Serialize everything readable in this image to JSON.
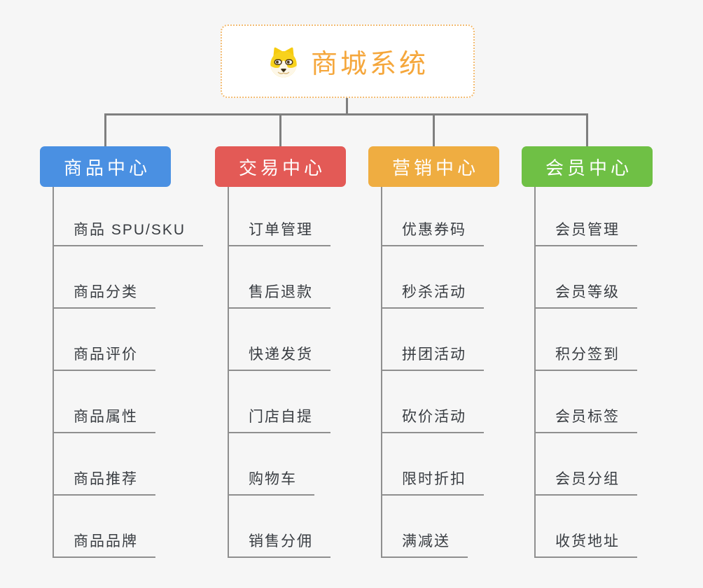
{
  "canvas": {
    "background": "#f6f6f6",
    "connector_color": "#7f7f7f",
    "sub_connector_color": "#8f8f8f"
  },
  "root": {
    "label": "商城系统",
    "icon": "shiba-dog-icon",
    "text_color": "#f5a73c",
    "border_color": "#f3bc72",
    "background": "#ffffff"
  },
  "branches": [
    {
      "label": "商品中心",
      "color": "#4a90e2",
      "items": [
        "商品 SPU/SKU",
        "商品分类",
        "商品评价",
        "商品属性",
        "商品推荐",
        "商品品牌"
      ]
    },
    {
      "label": "交易中心",
      "color": "#e35a56",
      "items": [
        "订单管理",
        "售后退款",
        "快递发货",
        "门店自提",
        "购物车",
        "销售分佣"
      ]
    },
    {
      "label": "营销中心",
      "color": "#efad41",
      "items": [
        "优惠券码",
        "秒杀活动",
        "拼团活动",
        "砍价活动",
        "限时折扣",
        "满减送"
      ]
    },
    {
      "label": "会员中心",
      "color": "#6fc045",
      "items": [
        "会员管理",
        "会员等级",
        "积分签到",
        "会员标签",
        "会员分组",
        "收货地址"
      ]
    }
  ]
}
